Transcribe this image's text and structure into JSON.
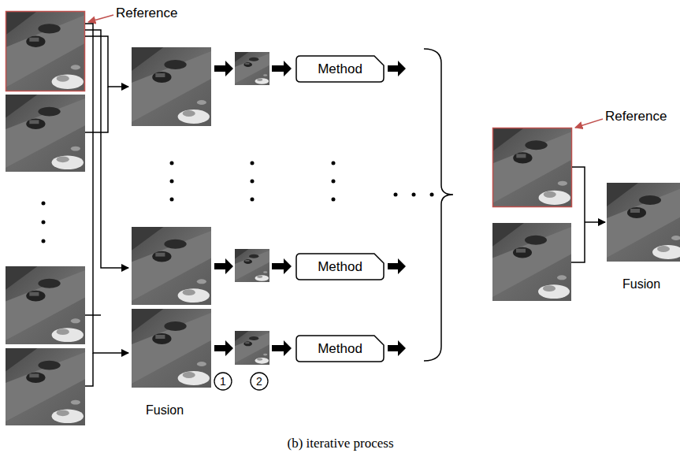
{
  "diagram": {
    "caption": "(b) iterative process",
    "nodes": [
      {
        "text": [
          "Method"
        ]
      },
      {
        "text": [
          "Method"
        ]
      },
      {
        "text": [
          "Method"
        ]
      }
    ],
    "labels": [
      "Reference",
      "Reference",
      "Fusion",
      "Fusion",
      "1",
      "2"
    ]
  }
}
